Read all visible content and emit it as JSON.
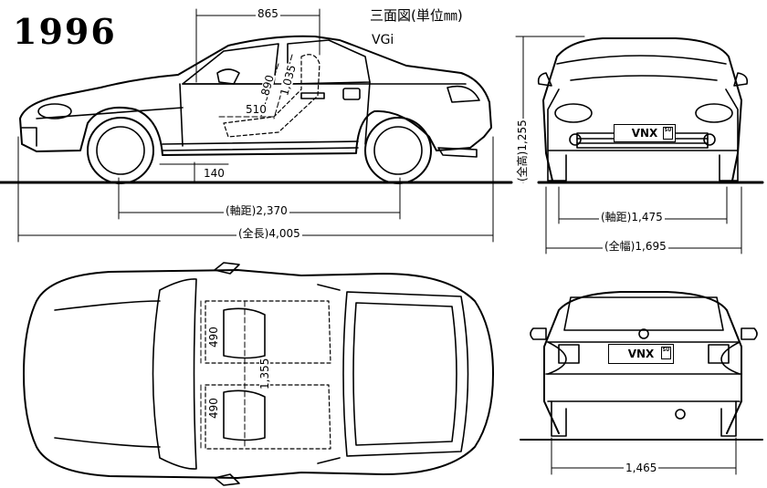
{
  "header": {
    "year": "1996",
    "title": "三面図(単位㎜)",
    "model": "VGi"
  },
  "dimensions": {
    "length": "(全長)4,005",
    "wheelbase": "(軸距)2,370",
    "front_overhang": "865",
    "ground_clearance": "140",
    "seat_depth": "510",
    "seat_height_890": "890",
    "seat_height_1035": "1,035",
    "height": "(全高)1,255",
    "front_track": "(軸距)1,475",
    "width": "(全幅)1,695",
    "rear_track": "1,465",
    "seat_width_front": "490",
    "seat_width_rear": "490",
    "cabin_width": "1,355"
  },
  "plates": {
    "front": "VNX",
    "rear": "VNX",
    "badge": "SU"
  }
}
